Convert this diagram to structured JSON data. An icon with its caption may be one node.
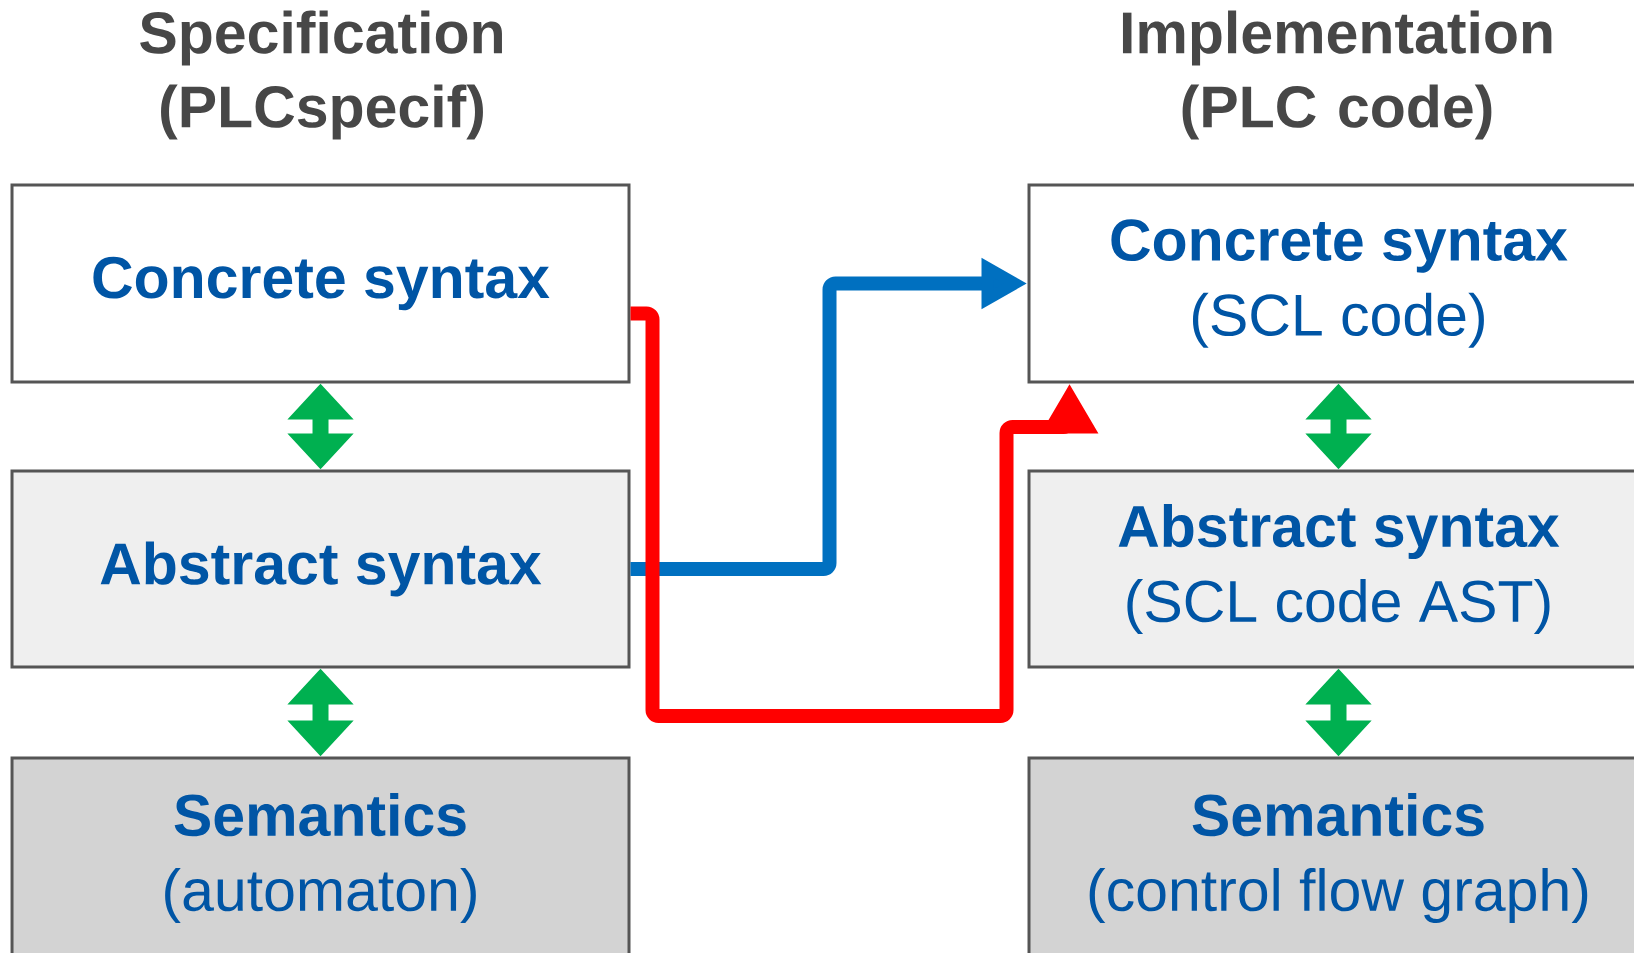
{
  "diagram": {
    "nodes": [
      {
        "text": [
          "Concrete syntax"
        ]
      },
      {
        "text": [
          "Abstract syntax"
        ]
      },
      {
        "text": [
          "Semantics",
          "(automaton)"
        ]
      },
      {
        "text": [
          "Concrete syntax",
          "(SCL code)"
        ]
      },
      {
        "text": [
          "Abstract syntax",
          "(SCL code AST)"
        ]
      },
      {
        "text": [
          "Semantics",
          "(control flow graph)"
        ]
      }
    ],
    "edges": [
      {
        "from": 0,
        "to": 1,
        "arrow": "both"
      },
      {
        "from": 1,
        "to": 2,
        "arrow": "both"
      },
      {
        "from": 3,
        "to": 4,
        "arrow": "both"
      },
      {
        "from": 4,
        "to": 5,
        "arrow": "both"
      },
      {
        "from": 1,
        "to": 3,
        "arrow": "to",
        "color": "#0070c0"
      },
      {
        "from": 0,
        "to": 3,
        "arrow": "to",
        "color": "#ff0000"
      }
    ],
    "labels": [
      "Specification (PLCspecif)",
      "Implementation (PLC code)"
    ]
  }
}
